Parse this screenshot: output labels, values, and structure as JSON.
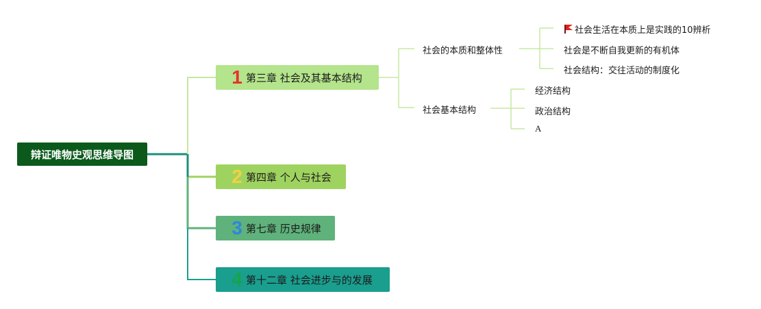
{
  "root": {
    "label": "辩证唯物史观思维导图"
  },
  "branches": [
    {
      "num": "1",
      "num_color": "#e5322e",
      "label": "第三章 社会及其基本结构"
    },
    {
      "num": "2",
      "num_color": "#f4d03f",
      "label": "第四章 个人与社会"
    },
    {
      "num": "3",
      "num_color": "#2e86de",
      "label": "第七章 历史规律"
    },
    {
      "num": "4",
      "num_color": "#19a34a",
      "label": "第十二章 社会进步与的发展"
    }
  ],
  "chapter3": {
    "topics": [
      {
        "label": "社会的本质和整体性",
        "items": [
          {
            "label": "社会生活在本质上是实践的10辨析",
            "icon": "red-flag-icon"
          },
          {
            "label": "社会是不断自我更新的有机体"
          },
          {
            "label": "社会结构：交往活动的制度化"
          }
        ]
      },
      {
        "label": "社会基本结构",
        "items": [
          {
            "label": "经济结构"
          },
          {
            "label": "政治结构"
          },
          {
            "label": "A"
          }
        ]
      }
    ]
  },
  "colors": {
    "root_bg": "#0b5a1c",
    "branch1": "#b4e48b",
    "branch2": "#9fd360",
    "branch3": "#5fb27b",
    "branch4": "#1a9e8e",
    "connector_light": "#c5e8a0",
    "connector_dark": "#1a8f7a"
  }
}
